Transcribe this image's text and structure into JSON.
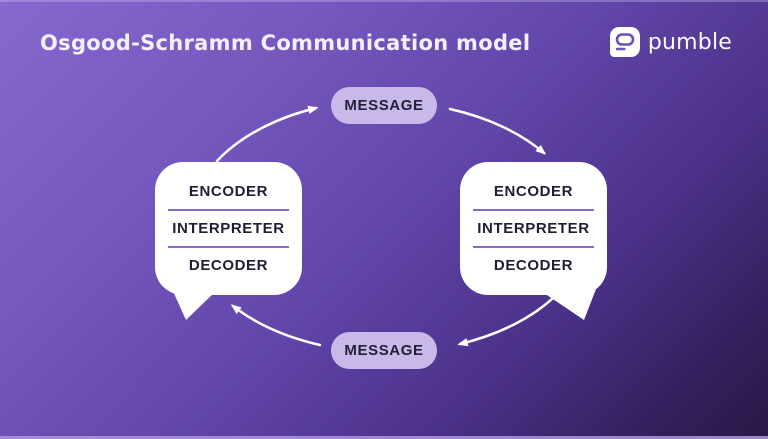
{
  "title": "Osgood-Schramm Communication model",
  "brand": {
    "name": "pumble",
    "logo_icon": "pumble-chat-bubble-icon"
  },
  "diagram": {
    "top_message": {
      "label": "MESSAGE"
    },
    "bottom_message": {
      "label": "MESSAGE"
    },
    "left_participant": {
      "rows": [
        "ENCODER",
        "INTERPRETER",
        "DECODER"
      ]
    },
    "right_participant": {
      "rows": [
        "ENCODER",
        "INTERPRETER",
        "DECODER"
      ]
    }
  },
  "colors": {
    "background_top": "#8668ce",
    "background_bottom": "#281946",
    "pill_background": "#c9b9ea",
    "bubble_background": "#ffffff",
    "divider": "#8a6bc8",
    "dark_text": "#221d33",
    "light_text": "#f3eff9",
    "arrow": "#ffffff"
  }
}
